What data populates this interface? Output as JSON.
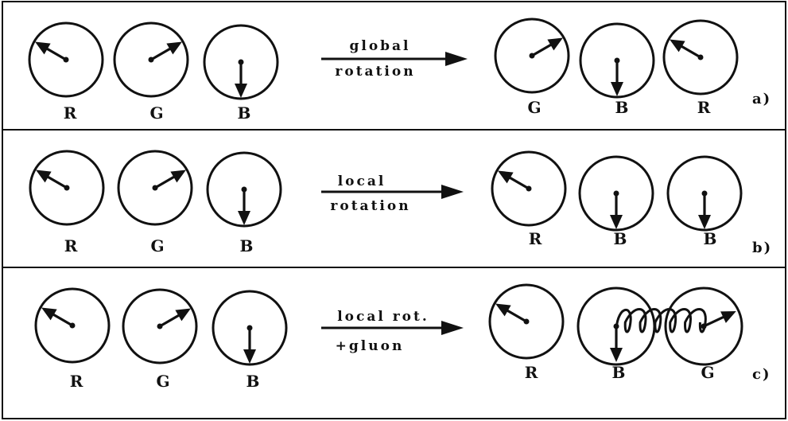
{
  "panels": [
    {
      "tag": "a)",
      "operation": [
        "global",
        "rotation"
      ],
      "before": [
        {
          "color": "R",
          "needle_deg": 150
        },
        {
          "color": "G",
          "needle_deg": 30
        },
        {
          "color": "B",
          "needle_deg": 270
        }
      ],
      "after": [
        {
          "color": "G",
          "needle_deg": 30
        },
        {
          "color": "B",
          "needle_deg": 270
        },
        {
          "color": "R",
          "needle_deg": 150
        }
      ]
    },
    {
      "tag": "b)",
      "operation": [
        "local",
        "rotation"
      ],
      "before": [
        {
          "color": "R",
          "needle_deg": 150
        },
        {
          "color": "G",
          "needle_deg": 30
        },
        {
          "color": "B",
          "needle_deg": 270
        }
      ],
      "after": [
        {
          "color": "R",
          "needle_deg": 150
        },
        {
          "color": "B",
          "needle_deg": 270
        },
        {
          "color": "B",
          "needle_deg": 270
        }
      ]
    },
    {
      "tag": "c)",
      "operation": [
        "local rot.",
        "+gluon"
      ],
      "before": [
        {
          "color": "R",
          "needle_deg": 150
        },
        {
          "color": "G",
          "needle_deg": 30
        },
        {
          "color": "B",
          "needle_deg": 270
        }
      ],
      "after": [
        {
          "color": "R",
          "needle_deg": 150
        },
        {
          "color": "B",
          "needle_deg": 270
        },
        {
          "color": "G",
          "needle_deg": 25
        }
      ],
      "gluon": "coil"
    }
  ]
}
